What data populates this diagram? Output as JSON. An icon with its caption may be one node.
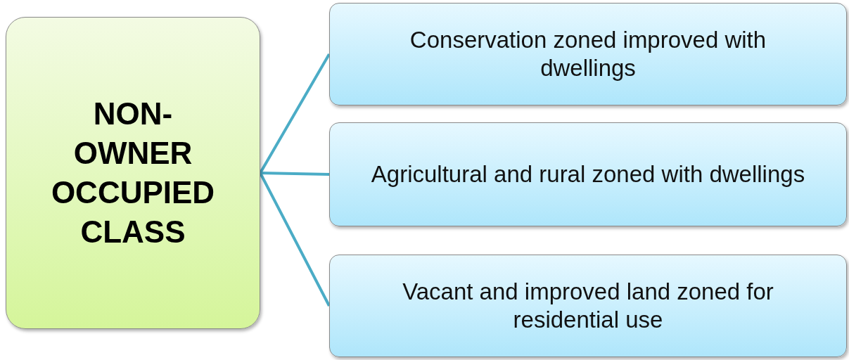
{
  "diagram": {
    "nodes": [
      {
        "text": [
          "NON-OWNER OCCUPIED CLASS"
        ]
      },
      {
        "text": [
          "Conservation zoned improved with dwellings"
        ]
      },
      {
        "text": [
          "Agricultural and rural zoned with dwellings"
        ]
      },
      {
        "text": [
          "Vacant and improved land zoned for residential use"
        ]
      }
    ],
    "edges": [
      {
        "from": 0,
        "to": 1,
        "arrow": "none"
      },
      {
        "from": 0,
        "to": 2,
        "arrow": "none"
      },
      {
        "from": 0,
        "to": 3,
        "arrow": "none"
      }
    ]
  }
}
